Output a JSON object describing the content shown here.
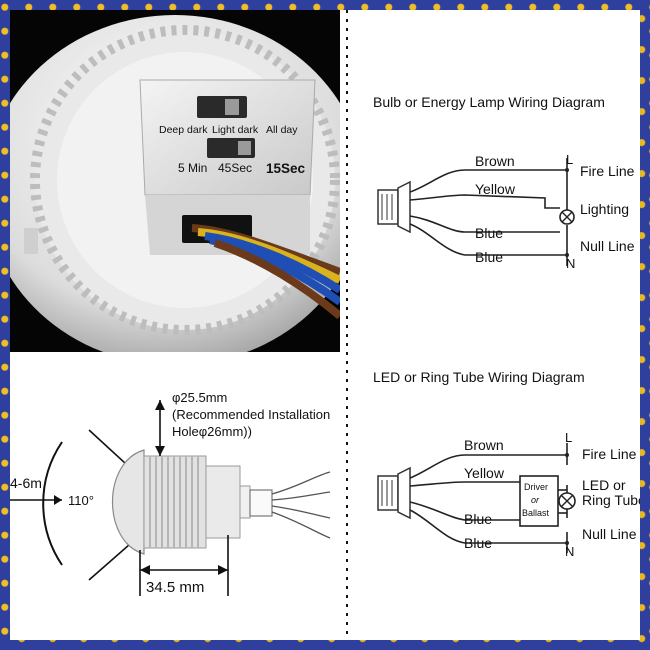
{
  "photo": {
    "switch_left": "Deep dark",
    "switch_middle": "Light dark",
    "switch_right": "All day",
    "time_1": "5 Min",
    "time_2": "45Sec",
    "time_3": "15Sec"
  },
  "dimensions": {
    "flange": "φ25.5mm",
    "hole_note_1": "(Recommended Installation",
    "hole_note_2": "Holeφ26mm))",
    "range": "4-6m",
    "angle": "110°",
    "length": "34.5 mm"
  },
  "bulb_diagram": {
    "title": "Bulb or Energy Lamp Wiring Diagram",
    "wire_1": "Brown",
    "wire_2": "Yellow",
    "wire_3": "Blue",
    "wire_4": "Blue",
    "marker_l": "L",
    "marker_n": "N",
    "fire_line": "Fire Line",
    "lighting": "Lighting",
    "null_line": "Null Line"
  },
  "led_diagram": {
    "title": "LED or Ring Tube Wiring Diagram",
    "wire_1": "Brown",
    "wire_2": "Yellow",
    "wire_3": "Blue",
    "wire_4": "Blue",
    "marker_l": "L",
    "marker_n": "N",
    "fire_line": "Fire Line",
    "driver_1": "Driver",
    "driver_2": "or",
    "driver_3": "Ballast",
    "lamp_1": "LED or",
    "lamp_2": "Ring Tube",
    "null_line": "Null Line"
  },
  "colors": {
    "brown_wire": "#6a3a1a",
    "yellow_wire": "#d9b21e",
    "blue_wire": "#1f4fb5",
    "frame_blue": "#2f3f9e"
  }
}
